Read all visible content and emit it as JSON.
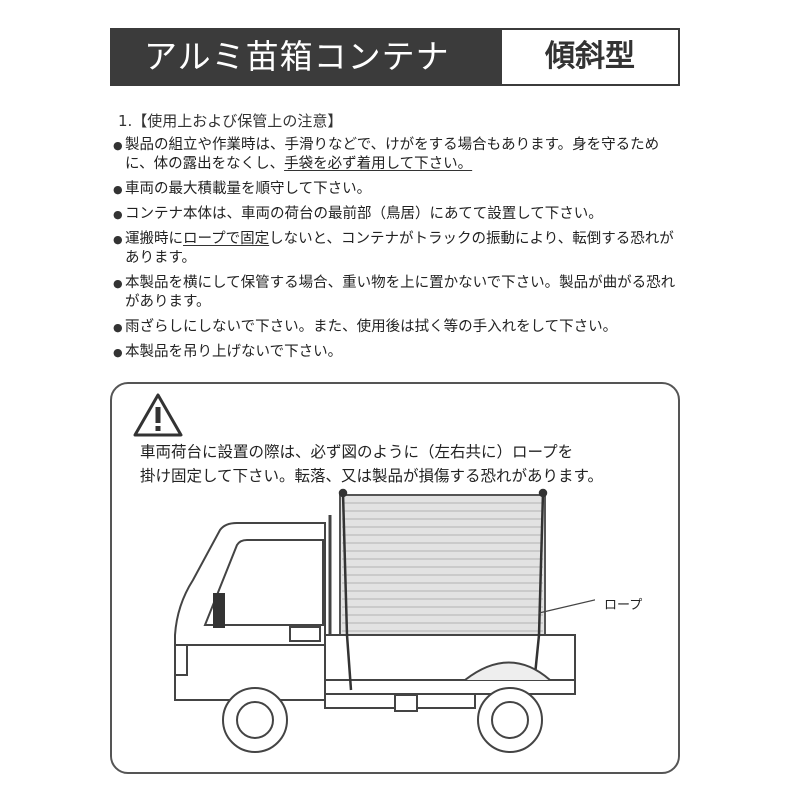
{
  "header": {
    "title": "アルミ苗箱コンテナ",
    "type_label": "傾斜型"
  },
  "section": {
    "title": "1.【使用上および保管上の注意】"
  },
  "notes": [
    {
      "pre": "製品の組立や作業時は、手滑りなどで、けがをする場合もあります。身を守るために、体の露出をなくし、",
      "underline": "手袋を必ず着用して下さい。",
      "post": ""
    },
    {
      "pre": "車両の最大積載量を順守して下さい。",
      "underline": "",
      "post": ""
    },
    {
      "pre": "コンテナ本体は、車両の荷台の最前部（鳥居）にあてて設置して下さい。",
      "underline": "",
      "post": ""
    },
    {
      "pre": "運搬時に",
      "underline": "ロープで固定",
      "post": "しないと、コンテナがトラックの振動により、転倒する恐れがあります。"
    },
    {
      "pre": "本製品を横にして保管する場合、重い物を上に置かないで下さい。製品が曲がる恐れがあります。",
      "underline": "",
      "post": ""
    },
    {
      "pre": "雨ざらしにしないで下さい。また、使用後は拭く等の手入れをして下さい。",
      "underline": "",
      "post": ""
    },
    {
      "pre": "本製品を吊り上げないで下さい。",
      "underline": "",
      "post": ""
    }
  ],
  "warning": {
    "line1": "車両荷台に設置の際は、必ず図のように（左右共に）ロープを",
    "line2": "掛け固定して下さい。転落、又は製品が損傷する恐れがあります。",
    "icon": "warning-triangle-icon"
  },
  "illustration": {
    "rope_label": "ロープ"
  }
}
